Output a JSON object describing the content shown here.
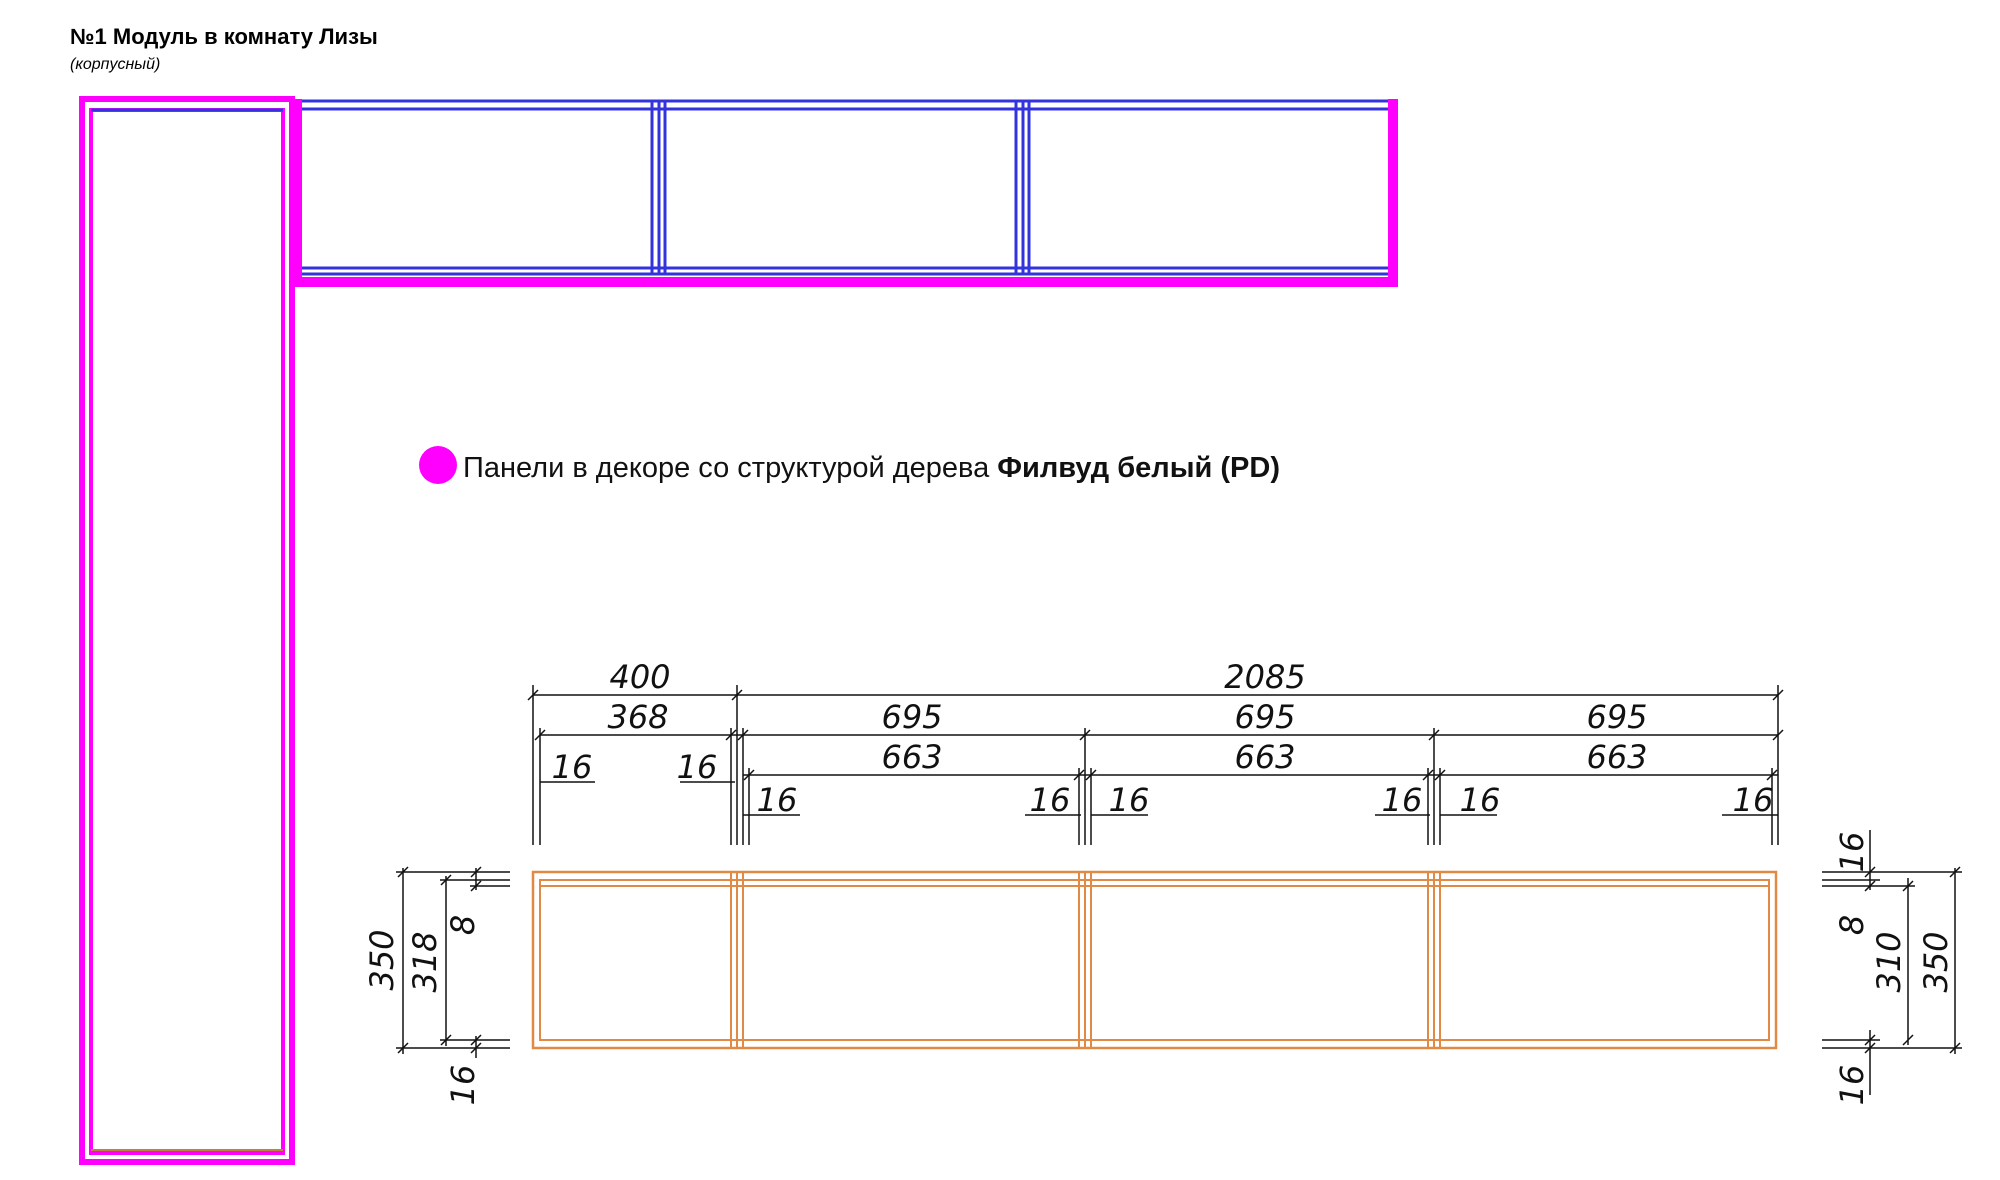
{
  "header": {
    "title": "№1 Модуль в комнату Лизы",
    "subtitle": "(корпусный)"
  },
  "legend": {
    "text": "Панели в декоре со структурой дерева ",
    "material": "Филвуд белый (PD)",
    "color": "#ff00ff"
  },
  "colors": {
    "panel": "#ff00ff",
    "shelf": "#3333dd",
    "front": "#e08a45",
    "dimension": "#111111"
  },
  "dimensions": {
    "overall_width": "2085",
    "column_width": "400",
    "column_inner": "368",
    "section_width": "695",
    "section_inner": "663",
    "panel_thickness": "16",
    "left_height": "350",
    "left_inner": "318",
    "left_gap": "8",
    "left_bottom": "16",
    "right_top": "16",
    "right_gap": "8",
    "right_inner": "310",
    "right_height": "350",
    "right_bottom": "16"
  }
}
